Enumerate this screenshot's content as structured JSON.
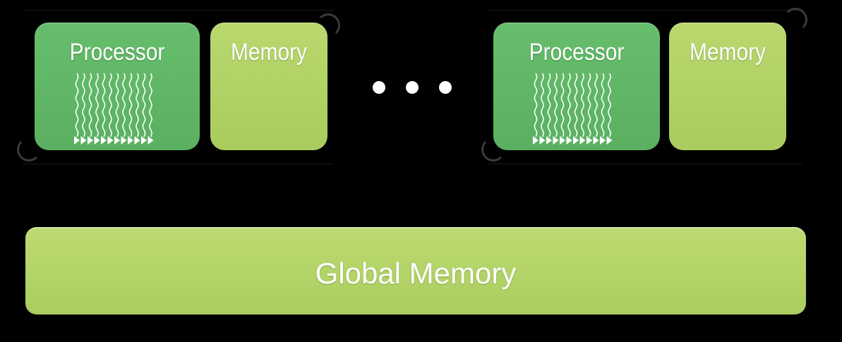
{
  "units": [
    {
      "processor_label": "Processor",
      "memory_label": "Memory"
    },
    {
      "processor_label": "Processor",
      "memory_label": "Memory"
    }
  ],
  "global_memory_label": "Global Memory",
  "colors": {
    "background": "#000000",
    "processor": "#5fb665",
    "memory": "#b1d366",
    "global_memory": "#b3d468",
    "text": "#ffffff"
  },
  "icons": {
    "threads": "wavy-thread-arrows-icon",
    "ellipsis": "ellipsis-dots"
  }
}
